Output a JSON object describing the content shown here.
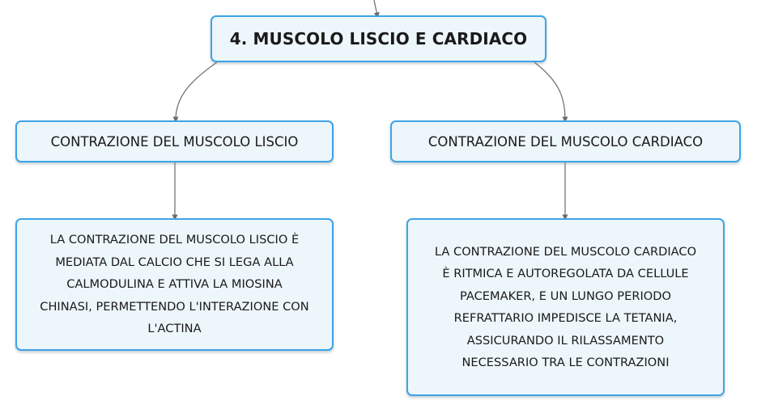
{
  "mindmap": {
    "root": {
      "title": "4. MUSCOLO LISCIO E CARDIACO"
    },
    "branches": [
      {
        "title": "CONTRAZIONE DEL MUSCOLO LISCIO",
        "detail_lines": [
          "LA CONTRAZIONE DEL MUSCOLO LISCIO È",
          "MEDIATA DAL CALCIO CHE SI LEGA ALLA",
          "CALMODULINA E ATTIVA LA MIOSINA",
          "CHINASI, PERMETTENDO L'INTERAZIONE CON",
          "L'ACTINA"
        ]
      },
      {
        "title": "CONTRAZIONE DEL MUSCOLO CARDIACO",
        "detail_lines": [
          "LA CONTRAZIONE DEL MUSCOLO CARDIACO",
          "È RITMICA E AUTOREGOLATA DA CELLULE",
          "PACEMAKER, E UN LUNGO PERIODO",
          "REFRATTARIO IMPEDISCE LA TETANIA,",
          "ASSICURANDO IL RILASSAMENTO",
          "NECESSARIO TRA LE CONTRAZIONI"
        ]
      }
    ]
  }
}
